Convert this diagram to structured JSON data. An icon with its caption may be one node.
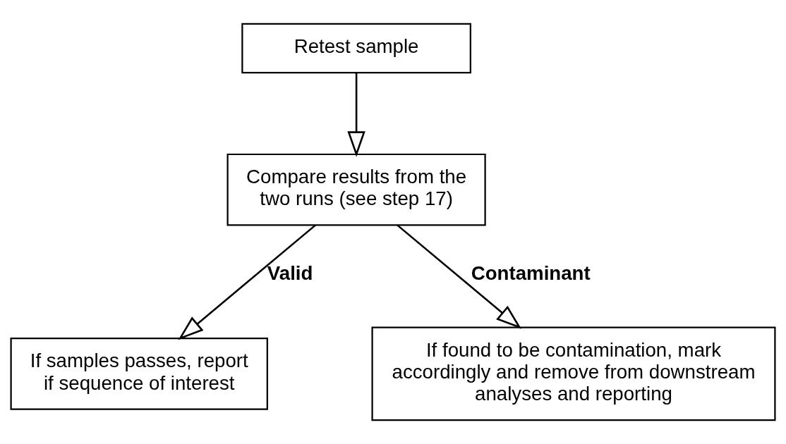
{
  "diagram": {
    "nodes": [
      {
        "text": [
          "Retest sample"
        ]
      },
      {
        "text": [
          "Compare results from the two runs (see step 17)"
        ]
      },
      {
        "text": [
          "If samples passes, report if sequence of interest"
        ]
      },
      {
        "text": [
          "If found to be contamination, mark accordingly and remove from downstream analyses and reporting"
        ]
      }
    ],
    "edges": [
      {
        "from": 0,
        "to": 1,
        "arrow": "to"
      },
      {
        "from": 1,
        "to": 2,
        "arrow": "to",
        "label": "Valid"
      },
      {
        "from": 1,
        "to": 3,
        "arrow": "to",
        "label": "Contaminant"
      }
    ]
  }
}
